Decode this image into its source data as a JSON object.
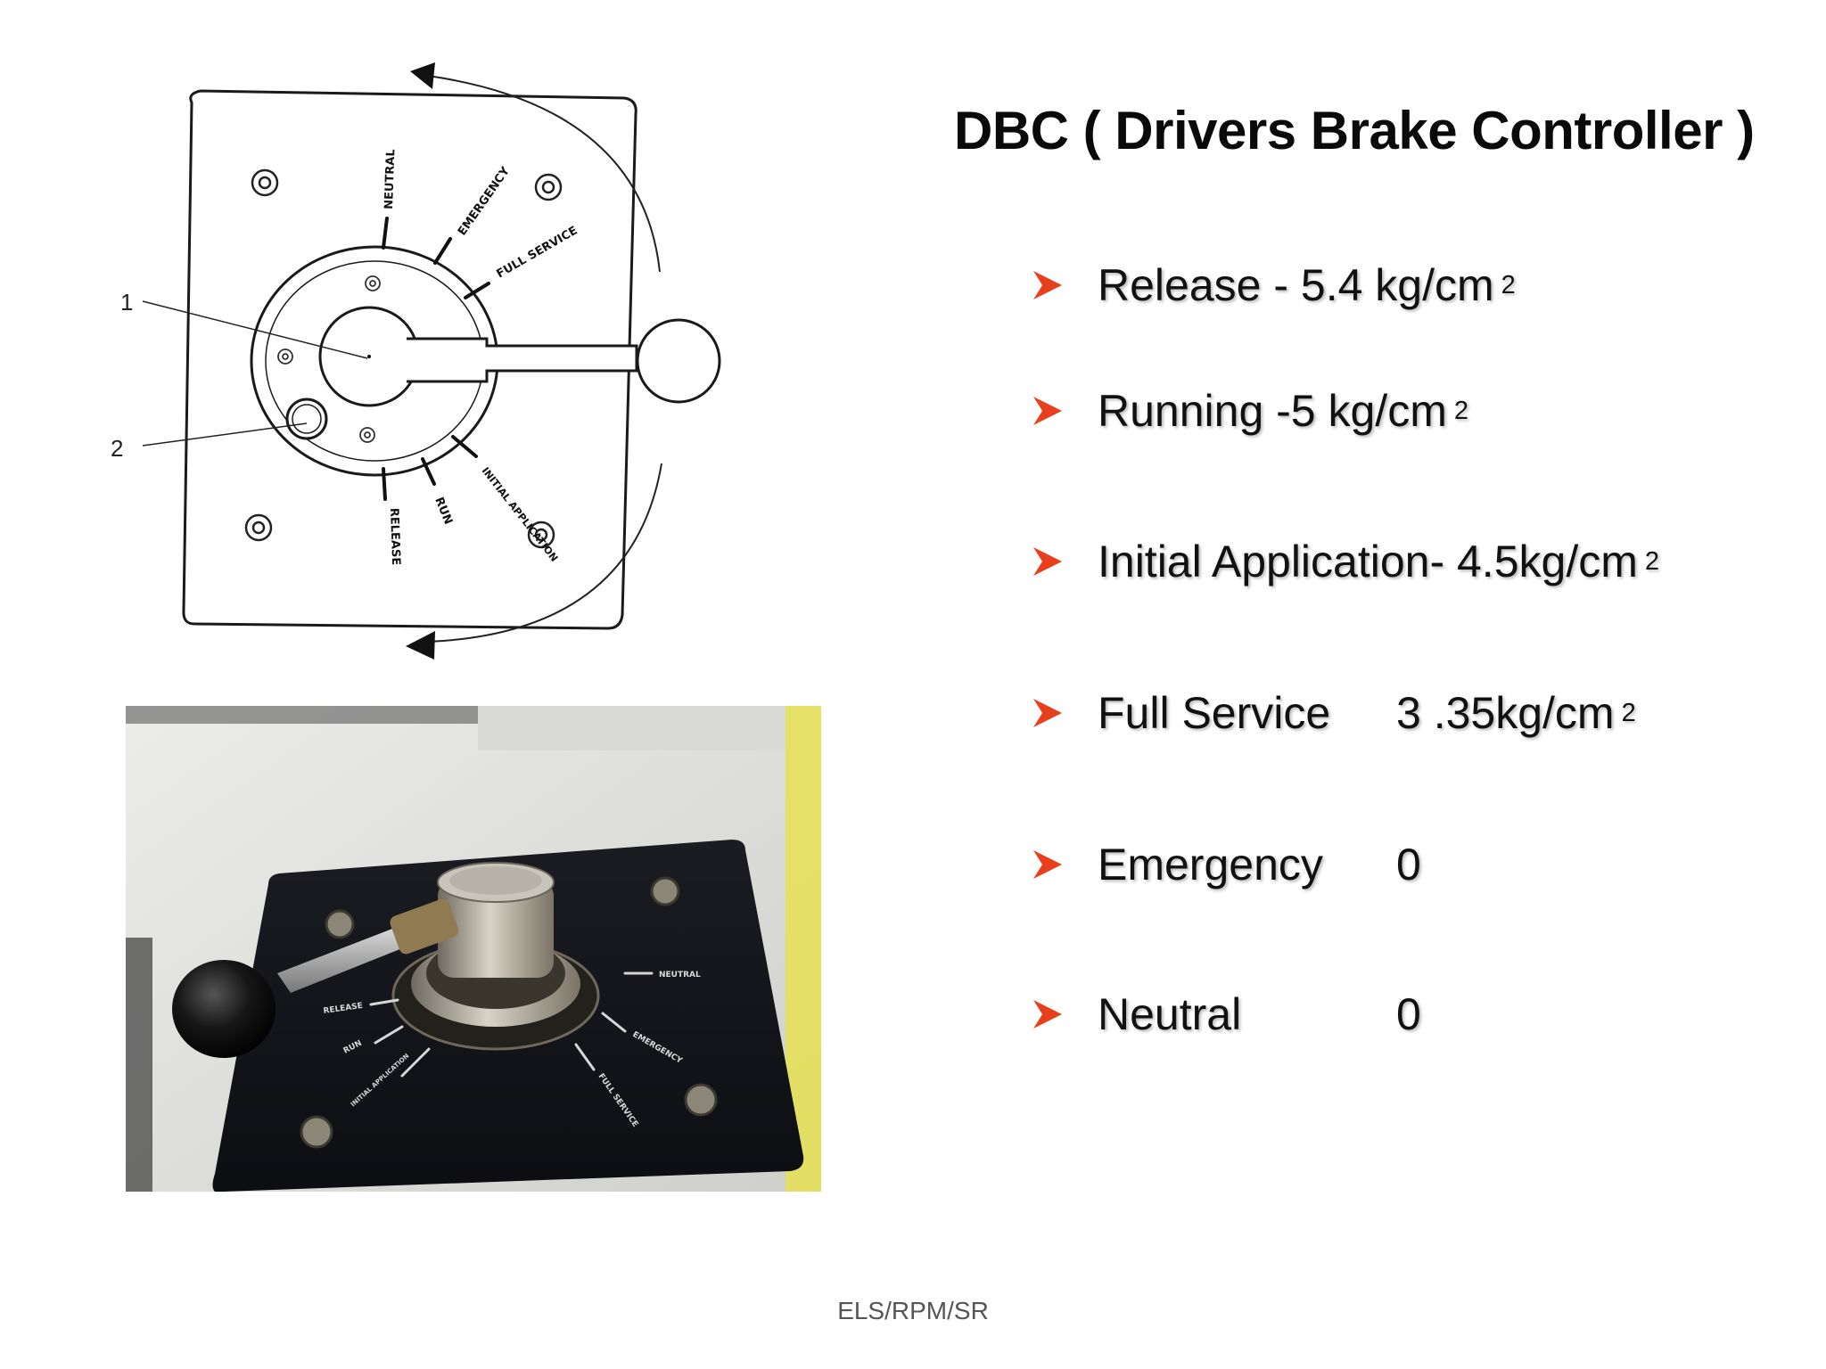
{
  "slide": {
    "title": "DBC ( Drivers Brake Controller )",
    "bullets": [
      {
        "label": "Release - 5.4 kg/cm",
        "value": "",
        "sup": "2"
      },
      {
        "label": "Running -5 kg/cm",
        "value": "",
        "sup": "2"
      },
      {
        "label": "Initial Application- 4.5kg/cm",
        "value": "",
        "sup": "2"
      },
      {
        "label": "Full Service",
        "value": "3 .35kg/cm",
        "sup": "2"
      },
      {
        "label": "Emergency",
        "value": "0",
        "sup": ""
      },
      {
        "label": "Neutral",
        "value": "0",
        "sup": ""
      }
    ],
    "footer": "ELS/RPM/SR",
    "accent_color": "#e8401c"
  },
  "diagram": {
    "positions": [
      "NEUTRAL",
      "EMERGENCY",
      "FULL SERVICE",
      "INITIAL APPLICATION",
      "RUN",
      "RELEASE"
    ],
    "callouts": [
      "1",
      "2"
    ]
  },
  "photo": {
    "positions": [
      "NEUTRAL",
      "EMERGENCY",
      "FULL SERVICE",
      "INITIAL APPLICATION",
      "RUN",
      "RELEASE"
    ]
  }
}
